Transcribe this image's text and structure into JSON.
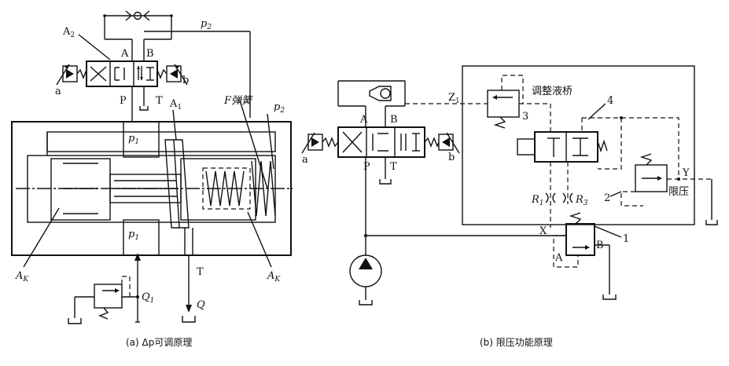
{
  "left": {
    "caption": "(a) Δp可调原理",
    "labels": {
      "A2": "A",
      "A2_sub": "2",
      "A": "A",
      "B": "B",
      "P": "P",
      "T": "T",
      "a": "a",
      "b": "b",
      "p2_top": "p",
      "p2_top_sub": "2",
      "p1_top": "p",
      "p1_top_sub": "1",
      "p1_bot": "p",
      "p1_bot_sub": "1",
      "A1": "A",
      "A1_sub": "1",
      "F_spring": "F弹簧",
      "p2_right": "p",
      "p2_right_sub": "2",
      "AK_left": "A",
      "AK_left_sub": "K",
      "AK_right": "A",
      "AK_right_sub": "K",
      "Q1": "Q",
      "Q1_sub": "1",
      "T_out": "T",
      "Q": "Q"
    }
  },
  "right": {
    "caption": "(b) 限压功能原理",
    "labels": {
      "A": "A",
      "B": "B",
      "P": "P",
      "T": "T",
      "a": "a",
      "b": "b",
      "Z1": "Z",
      "Z1_sub": "1",
      "bridge": "调整液桥",
      "n3": "3",
      "n4": "4",
      "n2": "2",
      "n1": "1",
      "limit": "限压",
      "Y": "Y",
      "X": "X",
      "R1": "R",
      "R1_sub": "1",
      "R3": "R",
      "R3_sub": "3",
      "A_bot": "A",
      "B_bot": "B"
    }
  }
}
